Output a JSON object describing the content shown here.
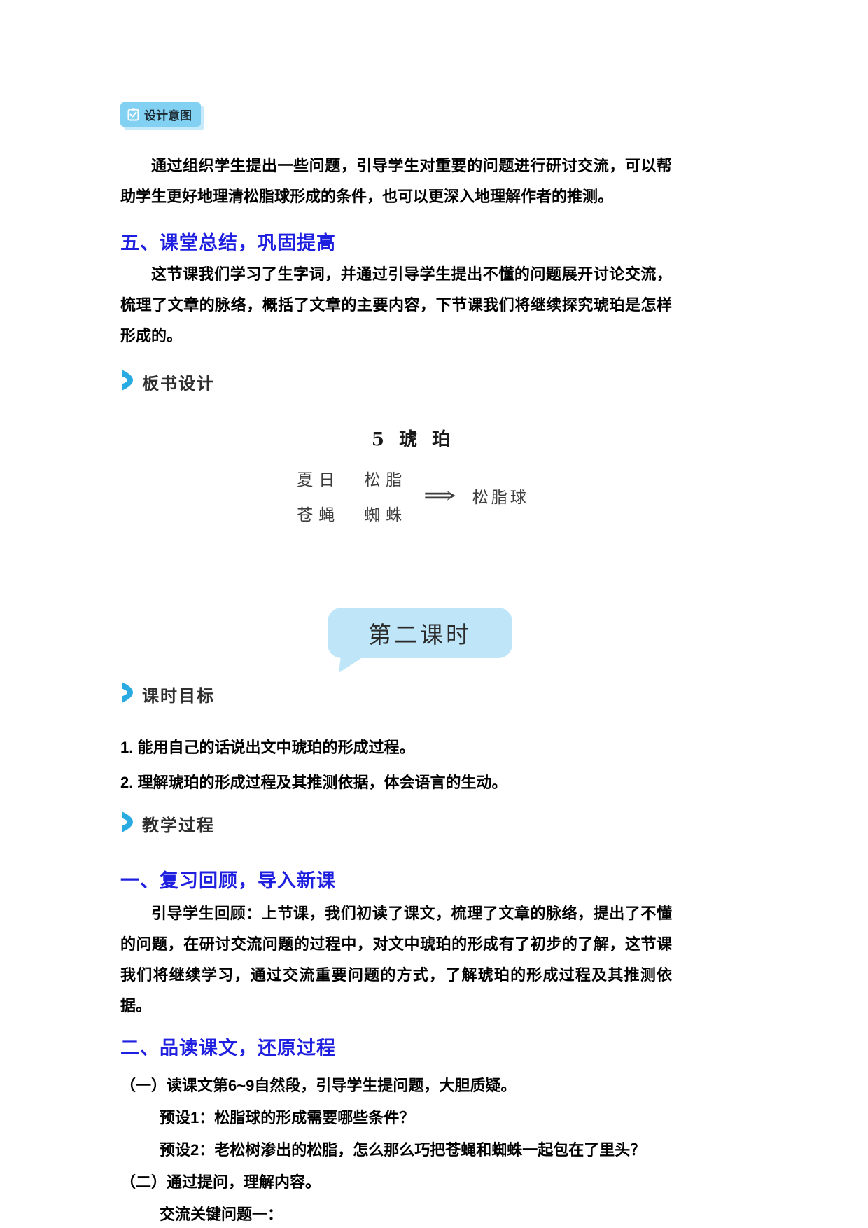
{
  "badge": {
    "label": "设计意图",
    "icon": "clipboard-check-icon"
  },
  "intro_paragraph": "通过组织学生提出一些问题，引导学生对重要的问题进行研讨交流，可以帮助学生更好地理清松脂球形成的条件，也可以更深入地理解作者的推测。",
  "section_five": {
    "heading": "五、课堂总结，巩固提高",
    "paragraph": "这节课我们学习了生字词，并通过引导学生提出不懂的问题展开讨论交流，梳理了文章的脉络，概括了文章的主要内容，下节课我们将继续探究琥珀是怎样形成的。"
  },
  "board_design": {
    "header": "板书设计",
    "title": "5 琥  珀",
    "rows": [
      {
        "left": "夏日",
        "right": "松脂"
      },
      {
        "left": "苍蝇",
        "right": "蜘蛛"
      }
    ],
    "arrow": "⇒",
    "result": "松脂球"
  },
  "lesson_bubble": {
    "label": "第二课时"
  },
  "objectives": {
    "header": "课时目标",
    "items": [
      {
        "text": "1. 能用自己的话说出文中琥珀的形成过程。"
      },
      {
        "text": "2. 理解琥珀的形成过程及其推测依据，体会语言的生动。"
      }
    ]
  },
  "process": {
    "header": "教学过程",
    "part1": {
      "heading": "一、复习回顾，导入新课",
      "paragraph": "引导学生回顾：上节课，我们初读了课文，梳理了文章的脉络，提出了不懂的问题，在研讨交流问题的过程中，对文中琥珀的形成有了初步的了解，这节课我们将继续学习，通过交流重要问题的方式，了解琥珀的形成过程及其推测依据。"
    },
    "part2": {
      "heading": "二、品读课文，还原过程",
      "items": [
        {
          "level": 0,
          "text": "（一）读课文第6~9自然段，引导学生提问题，大胆质疑。"
        },
        {
          "level": 1,
          "text": "预设1：松脂球的形成需要哪些条件？"
        },
        {
          "level": 1,
          "text": "预设2：老松树渗出的松脂，怎么那么巧把苍蝇和蜘蛛一起包在了里头？"
        },
        {
          "level": 0,
          "text": "（二）通过提问，理解内容。"
        },
        {
          "level": 1,
          "text": "交流关键问题一："
        }
      ]
    }
  },
  "colors": {
    "heading_blue": "#1f1fe0",
    "chevron_cyan": "#29abe2",
    "badge_bg": "#82d1f2",
    "badge_shadow": "#c7eafb",
    "bubble_bg": "#bfe5f8"
  }
}
